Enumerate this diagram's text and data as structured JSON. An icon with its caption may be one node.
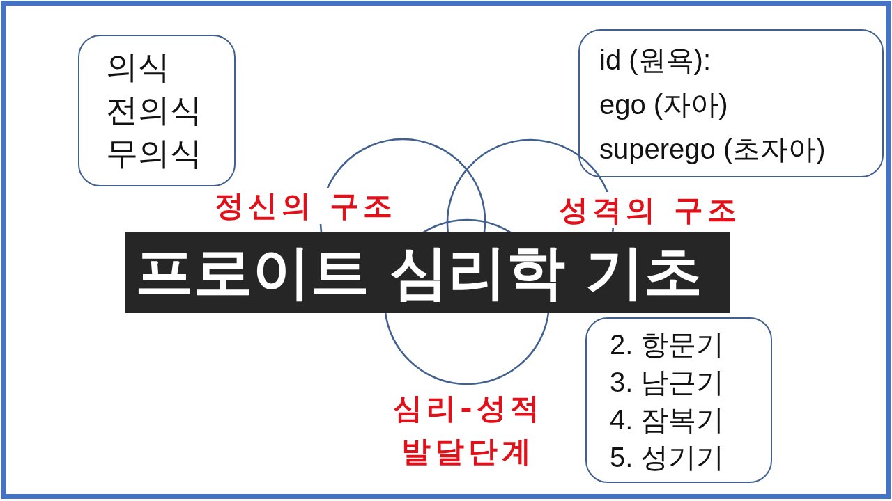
{
  "diagram": {
    "title": "프로이트 심리학 기초",
    "nodes": [
      {
        "text": [
          "의식",
          "전의식",
          "무의식"
        ]
      },
      {
        "text": [
          "id (원욕):",
          "ego (자아)",
          "superego (초자아)"
        ]
      },
      {
        "text": [],
        "shape": "circle",
        "beside": [
          "정신의 구조"
        ]
      },
      {
        "text": [],
        "shape": "circle",
        "beside": [
          "성격의 구조"
        ]
      },
      {
        "text": [],
        "shape": "circle",
        "beside": [
          "심리-성적 발달단계"
        ]
      },
      {
        "text": [
          "2. 항문기",
          "3. 남근기",
          "4. 잠복기",
          "5. 성기기"
        ]
      }
    ]
  }
}
